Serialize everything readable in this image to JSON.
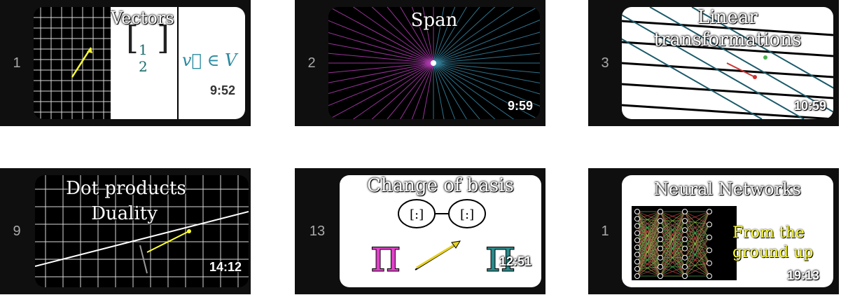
{
  "videos": [
    {
      "index": "1",
      "title": "Vectors",
      "duration": "9:52",
      "extra_label": "v⃗ ∈ V"
    },
    {
      "index": "2",
      "title": "Span",
      "duration": "9:59"
    },
    {
      "index": "3",
      "title_lines": [
        "Linear",
        "transformations"
      ],
      "duration": "10:59"
    },
    {
      "index": "9",
      "title_lines": [
        "Dot products",
        "Duality"
      ],
      "duration": "14:12"
    },
    {
      "index": "13",
      "title": "Change of basis",
      "duration": "12:51",
      "pi_symbol": "π"
    },
    {
      "index": "1",
      "title": "Neural Networks",
      "subtitle_lines": [
        "From the",
        "ground up"
      ],
      "duration": "19:13"
    }
  ],
  "colors": {
    "card_bg": "#0f0f0f",
    "index_text": "#aaaaaa",
    "pink": "#e040c8",
    "teal": "#2a8a8a",
    "yellow": "#ffff33"
  }
}
